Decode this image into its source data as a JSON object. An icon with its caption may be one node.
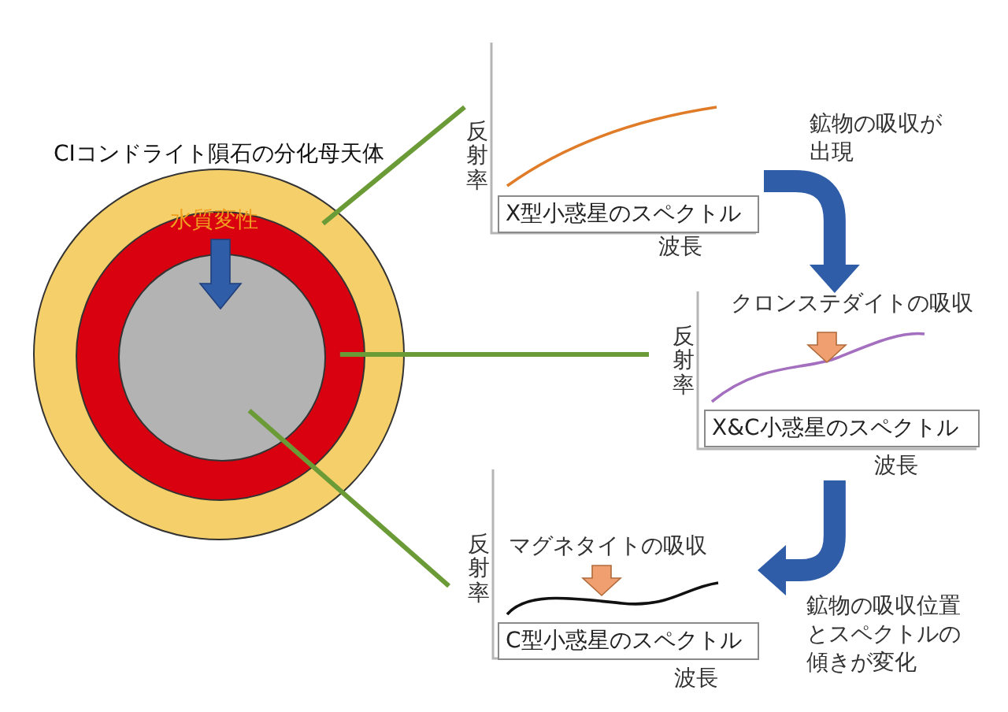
{
  "diagram": {
    "nodes": [
      {
        "text": [],
        "shape": "circle"
      },
      {
        "text": [],
        "shape": "circle",
        "in": 0
      },
      {
        "text": [],
        "shape": "circle",
        "in": 1
      },
      {
        "text": [
          "反射率",
          "波長"
        ]
      },
      {
        "text": [
          "X型小惑星のスペクトル"
        ],
        "in": 3
      },
      {
        "text": [
          "クロンステダイトの吸収",
          "反射率",
          "波長"
        ]
      },
      {
        "text": [
          "X&C小惑星のスペクトル"
        ],
        "in": 5
      },
      {
        "text": [
          "反射率",
          "マグネタイトの吸収",
          "波長"
        ]
      },
      {
        "text": [
          "C型小惑星のスペクトル"
        ],
        "in": 7
      }
    ],
    "edges": [
      {
        "from": 0,
        "to": 3,
        "arrow": "none"
      },
      {
        "from": 1,
        "to": 5,
        "arrow": "none"
      },
      {
        "from": 2,
        "to": 7,
        "arrow": "none"
      },
      {
        "from": 3,
        "to": 5,
        "arrow": "to",
        "label": "鉱物の吸収が出現",
        "style": "thick",
        "color": "#2f5da8"
      },
      {
        "from": 5,
        "to": 7,
        "arrow": "to",
        "label": "鉱物の吸収位置とスペクトルの傾きが変化",
        "style": "thick",
        "color": "#2f5da8"
      }
    ],
    "labels": [
      "CIコンドライト隕石の分化母天体",
      "水質変性"
    ]
  }
}
